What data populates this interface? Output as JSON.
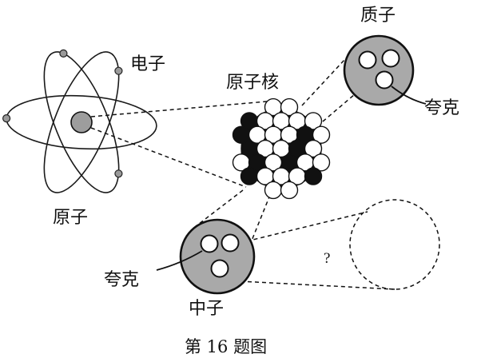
{
  "labels": {
    "electron": "电子",
    "nucleus": "原子核",
    "proton": "质子",
    "proton_quark": "夸克",
    "atom": "原子",
    "neutron_quark": "夸克",
    "neutron": "中子",
    "unknown": "?",
    "caption": "第 16 题图"
  }
}
